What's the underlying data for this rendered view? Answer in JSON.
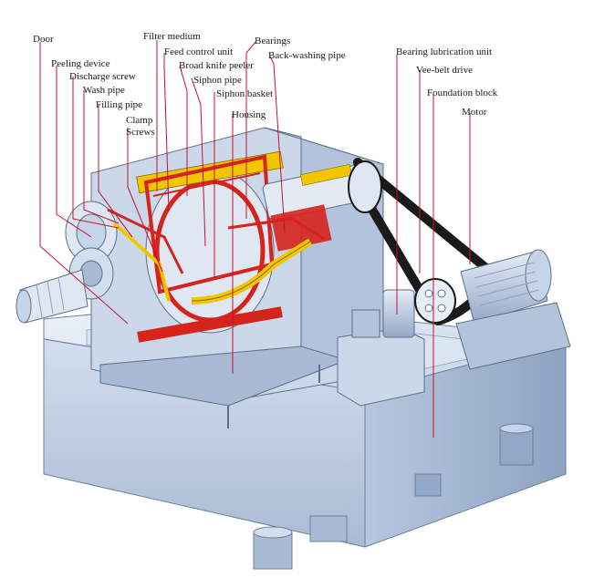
{
  "labels": {
    "door": "Door",
    "peeling_device": "Peeling device",
    "discharge_screw": "Discharge screw",
    "wash_pipe": "Wash pipe",
    "filling_pipe": "Filling pipe",
    "clamp_screws_1": "Clamp",
    "clamp_screws_2": "Screws",
    "filter_medium": "Filter medium",
    "feed_control_unit": "Feed control unit",
    "broad_knife_peeler": "Broad knife peeler",
    "siphon_pipe": "Siphon pipe",
    "siphon_basket": "Siphon basket",
    "housing": "Housing",
    "bearings": "Bearings",
    "back_washing_pipe": "Back-washing pipe",
    "bearing_lubrication_unit": "Bearing lubrication unit",
    "vee_belt_drive": "Vee-belt drive",
    "foundation_block": "Foundation block",
    "motor": "Motor"
  },
  "colors": {
    "leader_line": "#c8102e",
    "machine_body": "#cfdcec",
    "machine_shadow": "#9fb3cc",
    "machine_edge": "#5c6f8a",
    "highlight_red": "#d6231c",
    "highlight_yellow": "#f2c500",
    "belt": "#1a1a1a"
  }
}
